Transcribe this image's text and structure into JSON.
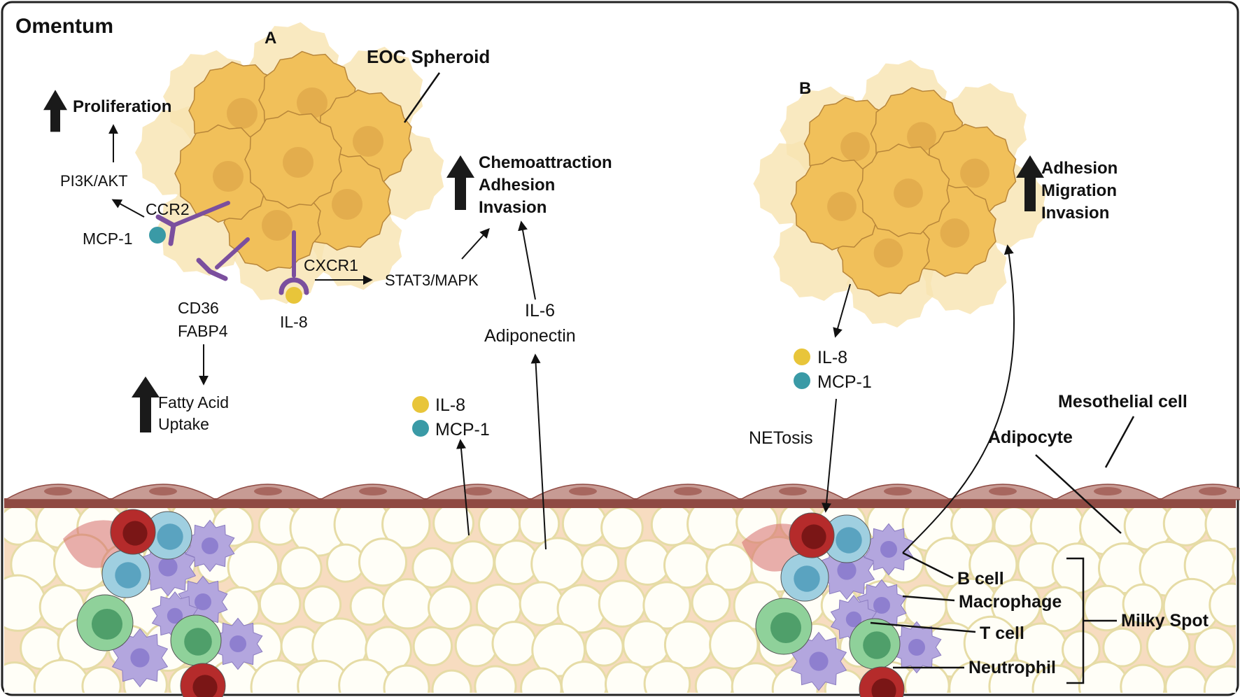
{
  "panel_title": "Omentum",
  "panels": {
    "a_label": "A",
    "b_label": "B"
  },
  "panel_a": {
    "spheroid_label": "EOC Spheroid",
    "proliferation": "Proliferation",
    "pathway_pi3k": "PI3K/AKT",
    "receptor_ccr2": "CCR2",
    "ligand_mcp1": "MCP-1",
    "receptor_cd36": "CD36",
    "receptor_fabp4": "FABP4",
    "receptor_cxcr1": "CXCR1",
    "ligand_il8": "IL-8",
    "pathway_stat3": "STAT3/MAPK",
    "fatty_acid_line1": "Fatty Acid",
    "fatty_acid_line2": "Uptake",
    "outcome_line1": "Chemoattraction",
    "outcome_line2": "Adhesion",
    "outcome_line3": "Invasion",
    "il6": "IL-6",
    "adiponectin": "Adiponectin",
    "secreted_il8": "IL-8",
    "secreted_mcp1": "MCP-1"
  },
  "panel_b": {
    "outcome_line1": "Adhesion",
    "outcome_line2": "Migration",
    "outcome_line3": "Invasion",
    "il8": "IL-8",
    "mcp1": "MCP-1",
    "netosis": "NETosis"
  },
  "tissue_labels": {
    "mesothelial": "Mesothelial cell",
    "adipocyte": "Adipocyte",
    "b_cell": "B cell",
    "macrophage": "Macrophage",
    "t_cell": "T cell",
    "neutrophil": "Neutrophil",
    "milky_spot": "Milky Spot"
  },
  "colors": {
    "il8_dot": "#e8c53a",
    "mcp1_dot": "#3a9aa6",
    "receptor": "#7b4f9e",
    "tumor_cell": "#f1c05a",
    "mesothelium": "#a7675f",
    "adipose_bg": "#f7dcc0",
    "adipocyte": "#fffef7",
    "b_cell": "#9fcfe0",
    "t_cell": "#4f9f6a",
    "neutrophil": "#b52b2b",
    "macrophage": "#b3a6de"
  }
}
